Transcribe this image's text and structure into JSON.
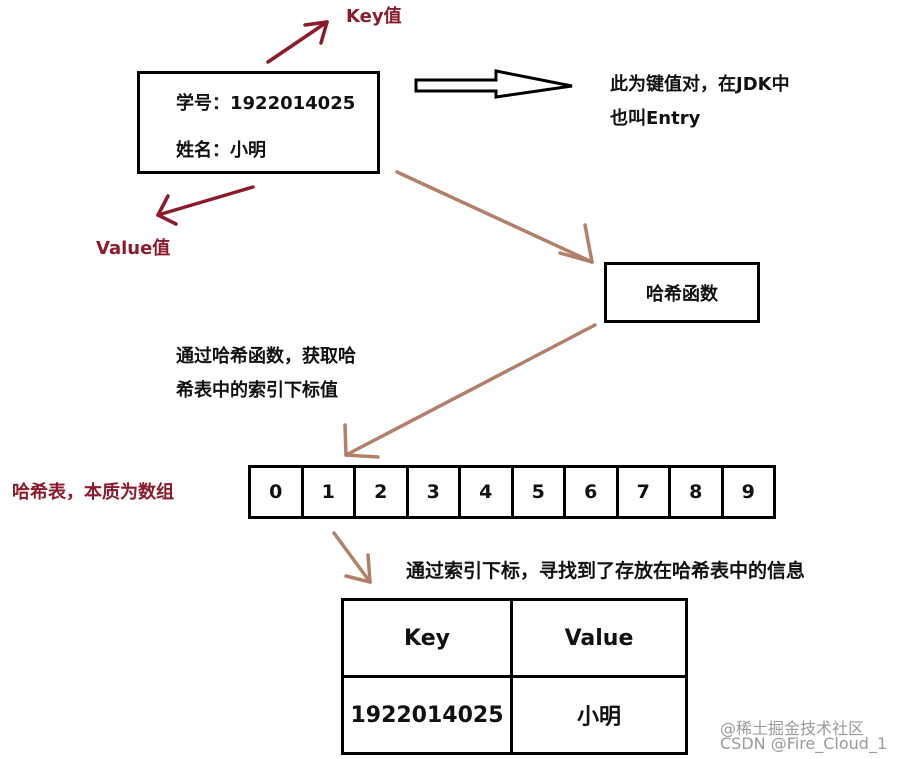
{
  "entry_box": {
    "line1": "学号：1922014025",
    "line2": "姓名：小明"
  },
  "labels": {
    "key": "Key值",
    "value": "Value值",
    "entry_note_line1": "此为键值对，在JDK中",
    "entry_note_line2": "也叫Entry",
    "hash_function": "哈希函数",
    "get_index_line1": "通过哈希函数，获取哈",
    "get_index_line2": "希表中的索引下标值",
    "hash_table": "哈希表，本质为数组",
    "find_info": "通过索引下标，寻找到了存放在哈希表中的信息"
  },
  "array_cells": [
    "0",
    "1",
    "2",
    "3",
    "4",
    "5",
    "6",
    "7",
    "8",
    "9"
  ],
  "result_table": {
    "headers": [
      "Key",
      "Value"
    ],
    "row": [
      "1922014025",
      "小明"
    ]
  },
  "watermark": {
    "line1": "@稀土掘金技术社区",
    "line2": "CSDN @Fire_Cloud_1"
  },
  "colors": {
    "dark_red": "#8b1a2b",
    "brown_arrow": "#b0806a",
    "black": "#000000"
  }
}
